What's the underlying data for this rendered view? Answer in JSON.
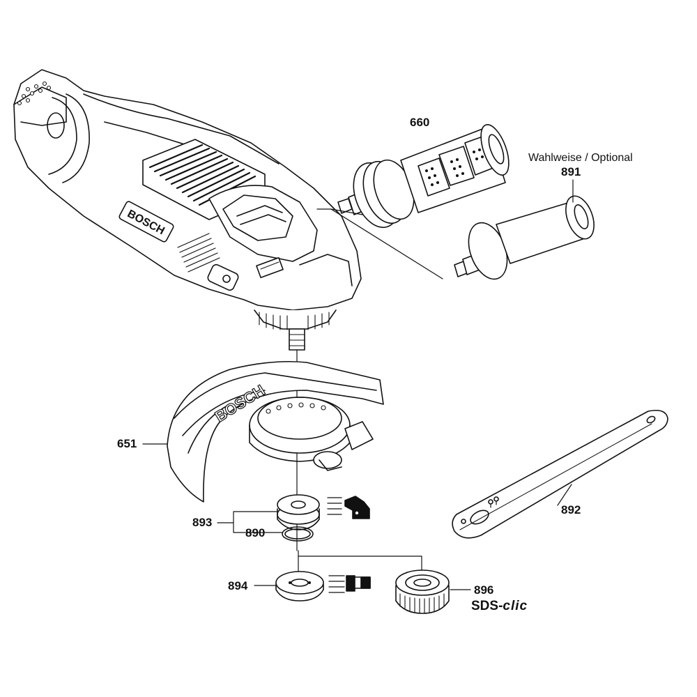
{
  "diagram": {
    "brand_on_tool": "BOSCH",
    "brand_on_guard": "BOSCH",
    "optional_note": "Wahlweise / Optional",
    "parts": {
      "p660": "660",
      "p891": "891",
      "p651": "651",
      "p893": "893",
      "p890": "890",
      "p894": "894",
      "p896": "896",
      "p892": "892"
    },
    "sds_prefix": "SDS-",
    "sds_suffix": "clic"
  }
}
